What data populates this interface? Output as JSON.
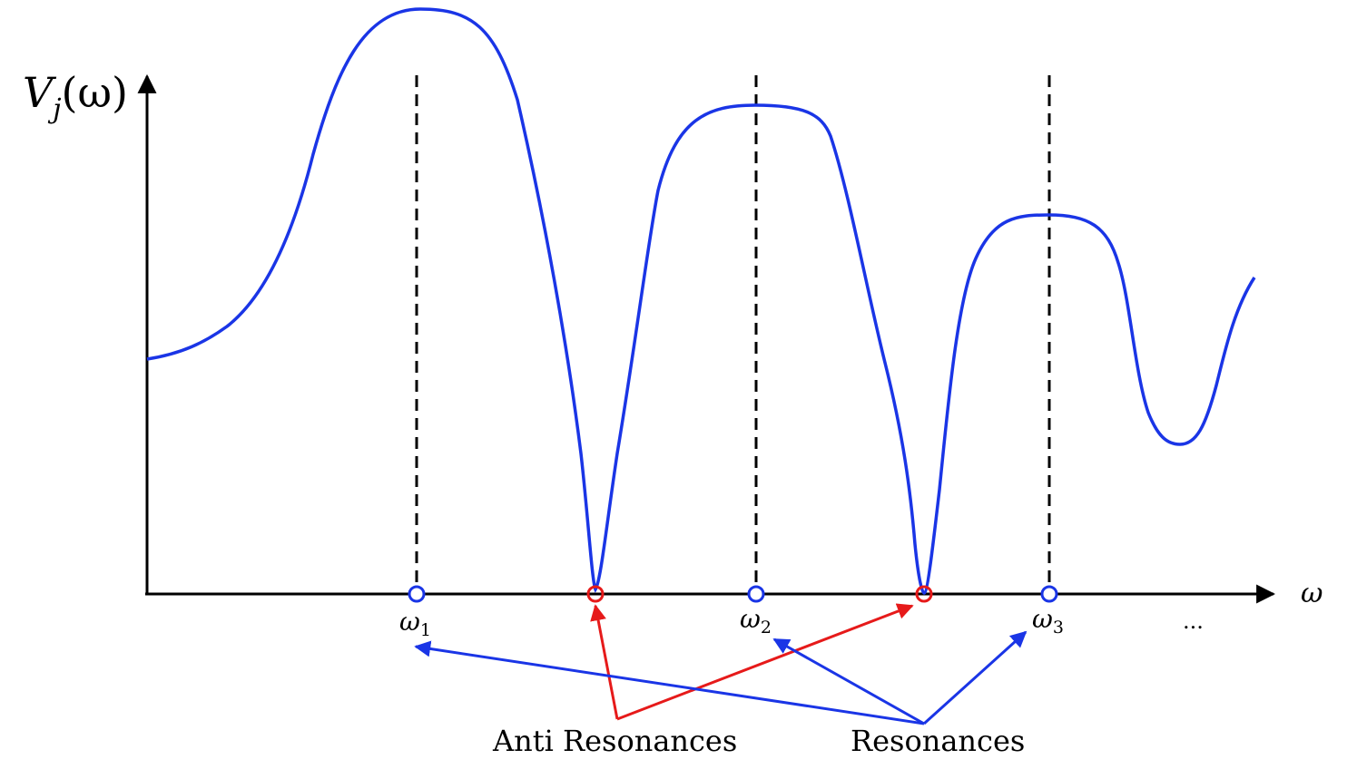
{
  "chart_data": {
    "type": "line",
    "description_text": {
      "y_axis_label": {
        "main": "V",
        "sub": "j",
        "arg": "(ω)"
      },
      "x_axis_label": "ω",
      "ticks": [
        {
          "main": "ω",
          "sub": "1"
        },
        {
          "main": "ω",
          "sub": "2"
        },
        {
          "main": "ω",
          "sub": "3"
        }
      ],
      "ellipsis": "...",
      "annotations": {
        "anti_resonances": "Anti Resonances",
        "resonances": "Resonances"
      }
    },
    "resonances": [
      "ω1",
      "ω2",
      "ω3"
    ],
    "anti_resonance_count": 2,
    "colors": {
      "curve": "#1a35e6",
      "resonance_marker": "#1a35e6",
      "anti_resonance_marker": "#e61a1a",
      "axis": "#000000",
      "resonance_arrow": "#1a35e6",
      "anti_resonance_arrow": "#e61a1a"
    }
  }
}
